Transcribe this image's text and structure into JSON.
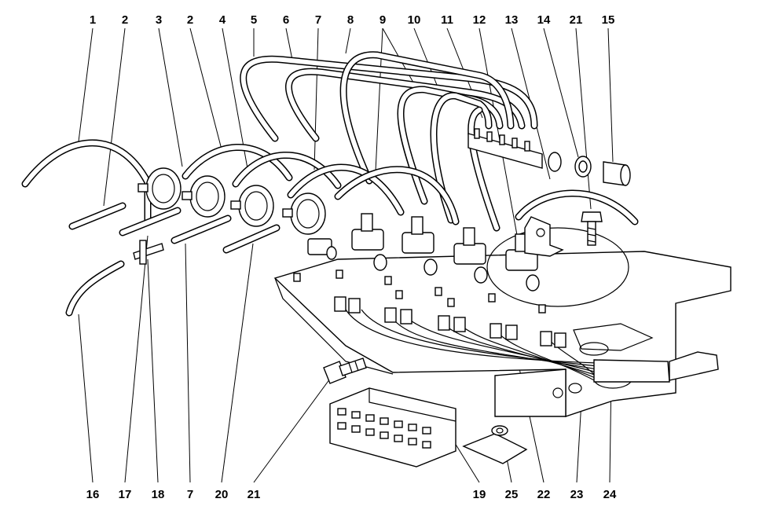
{
  "callouts_top": [
    {
      "id": "top-1",
      "label": "1"
    },
    {
      "id": "top-2a",
      "label": "2"
    },
    {
      "id": "top-3",
      "label": "3"
    },
    {
      "id": "top-2b",
      "label": "2"
    },
    {
      "id": "top-4",
      "label": "4"
    },
    {
      "id": "top-5",
      "label": "5"
    },
    {
      "id": "top-6",
      "label": "6"
    },
    {
      "id": "top-7",
      "label": "7"
    },
    {
      "id": "top-8",
      "label": "8"
    },
    {
      "id": "top-9",
      "label": "9"
    },
    {
      "id": "top-10",
      "label": "10"
    },
    {
      "id": "top-11",
      "label": "11"
    },
    {
      "id": "top-12",
      "label": "12"
    },
    {
      "id": "top-13",
      "label": "13"
    },
    {
      "id": "top-14",
      "label": "14"
    },
    {
      "id": "top-21",
      "label": "21"
    },
    {
      "id": "top-15",
      "label": "15"
    }
  ],
  "callouts_bottom": [
    {
      "id": "bot-16",
      "label": "16"
    },
    {
      "id": "bot-17",
      "label": "17"
    },
    {
      "id": "bot-18",
      "label": "18"
    },
    {
      "id": "bot-7",
      "label": "7"
    },
    {
      "id": "bot-20",
      "label": "20"
    },
    {
      "id": "bot-21",
      "label": "21"
    },
    {
      "id": "bot-19",
      "label": "19"
    },
    {
      "id": "bot-25",
      "label": "25"
    },
    {
      "id": "bot-22",
      "label": "22"
    },
    {
      "id": "bot-23",
      "label": "23"
    },
    {
      "id": "bot-24",
      "label": "24"
    }
  ]
}
